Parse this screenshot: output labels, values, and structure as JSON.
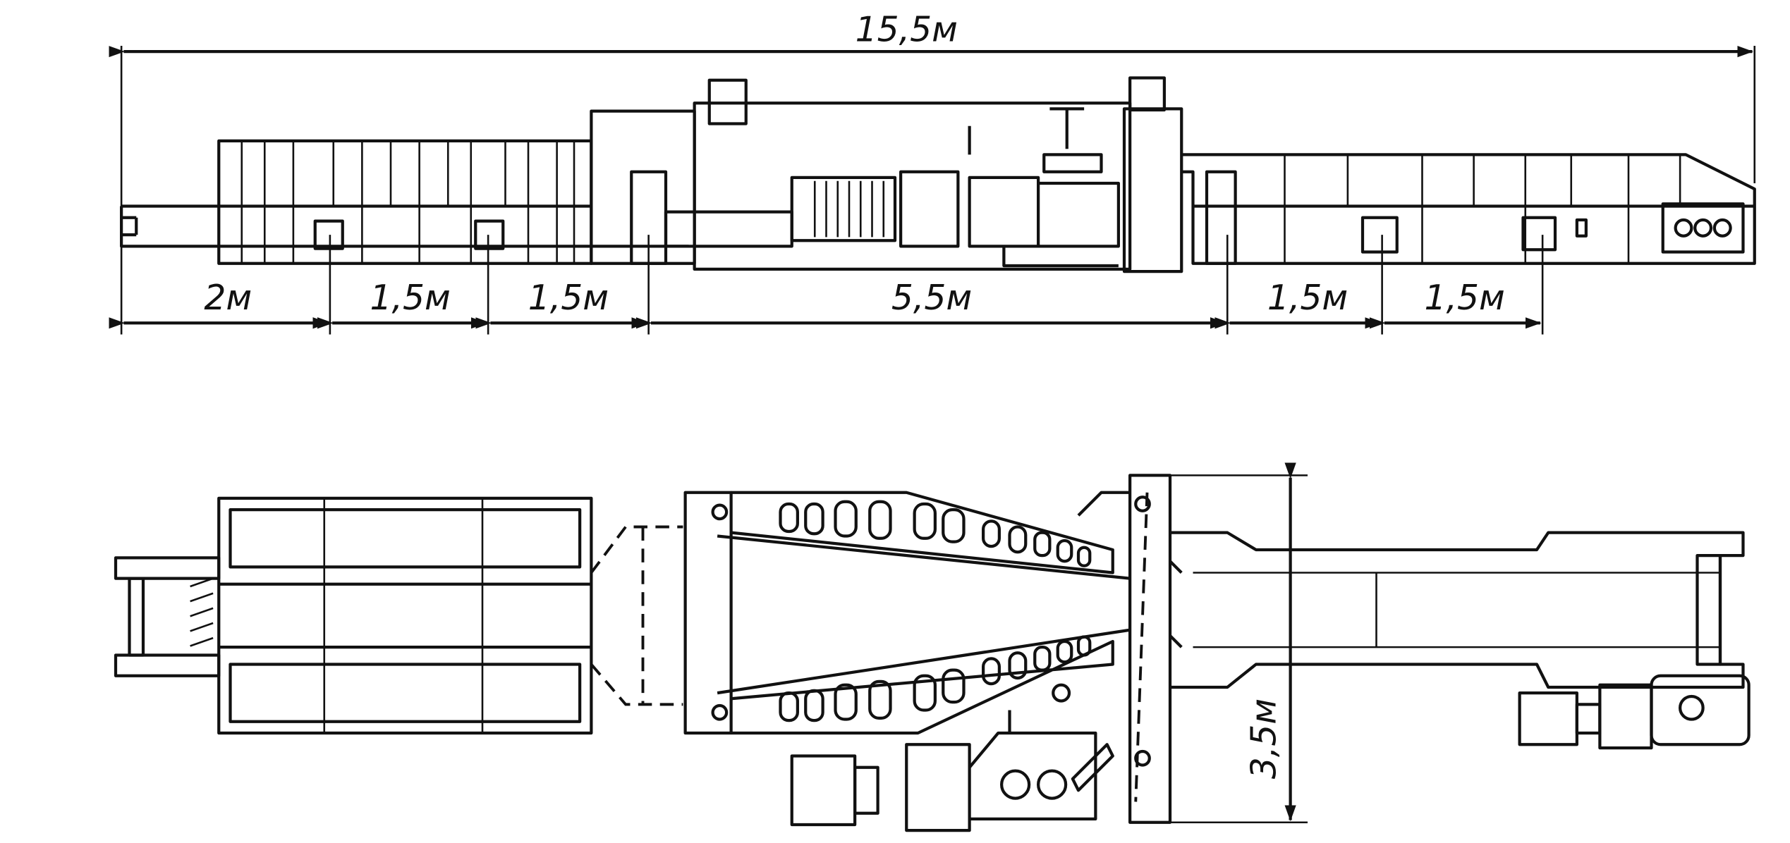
{
  "drawing": {
    "overall_length": "15,5м",
    "segment_dimensions": [
      "2м",
      "1,5м",
      "1,5м",
      "5,5м",
      "1,5м",
      "1,5м"
    ],
    "width_dimension": "3,5м"
  },
  "colors": {
    "ink": "#111111",
    "paper": "#ffffff"
  }
}
